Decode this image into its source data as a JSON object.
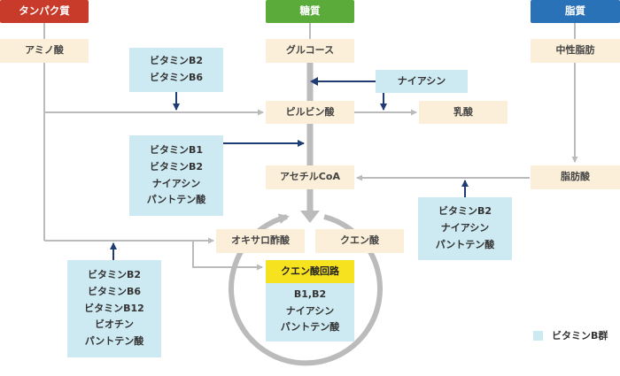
{
  "headers": {
    "protein": "タンパク質",
    "sugar": "糖質",
    "fat": "脂質"
  },
  "substances": {
    "amino_acid": "アミノ酸",
    "glucose": "グルコース",
    "neutral_fat": "中性脂肪",
    "pyruvic_acid": "ピルビン酸",
    "lactic_acid": "乳酸",
    "acetyl_coa": "アセチルCoA",
    "fatty_acid": "脂肪酸",
    "oxaloacetic_acid": "オキサロ酢酸",
    "citric_acid": "クエン酸"
  },
  "vitamins": {
    "amino_to_pyruvate": [
      "ビタミンB2",
      "ビタミンB6"
    ],
    "glucose_to_lactate": [
      "ナイアシン"
    ],
    "pyruvate_to_acetyl": [
      "ビタミンB1",
      "ビタミンB2",
      "ナイアシン",
      "パントテン酸"
    ],
    "fatty_to_acetyl": [
      "ビタミンB2",
      "ナイアシン",
      "パントテン酸"
    ],
    "amino_to_oxaloacetate": [
      "ビタミンB2",
      "ビタミンB6",
      "ビタミンB12",
      "ビオチン",
      "パントテン酸"
    ]
  },
  "cycle": {
    "title": "クエン酸回路",
    "lines": [
      "B1,B2",
      "ナイアシン",
      "パントテン酸"
    ]
  },
  "legend": {
    "label": "ビタミンB群"
  },
  "colors": {
    "protein_header": "#c83a2a",
    "sugar_header": "#5aab3a",
    "fat_header": "#2a72b8",
    "substance_fill": "#fcefd9",
    "vitamin_fill": "#cde9f2",
    "cycle_title_fill": "#f7e21f",
    "flow_line": "#bbbbbb",
    "vitamin_arrow": "#1f3d73"
  }
}
